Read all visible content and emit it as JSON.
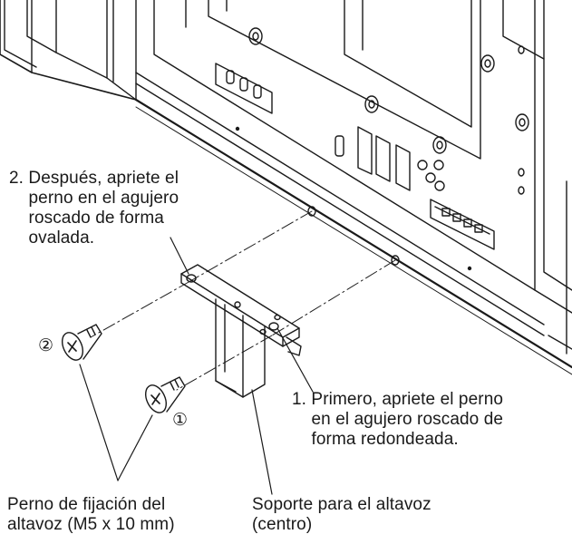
{
  "labels": {
    "step2": "2. Después, apriete el\n    perno en el agujero\n    roscado de forma\n    ovalada.",
    "step1": "1. Primero, apriete el perno\n    en el agujero roscado de\n    forma redondeada.",
    "bolt": "Perno de fijación del\naltavoz (M5 x 10 mm)",
    "bracket": "Soporte para el altavoz\n(centro)"
  },
  "markers": {
    "one": "①",
    "two": "②"
  },
  "colors": {
    "line": "#1a1a1a",
    "background": "#ffffff"
  }
}
